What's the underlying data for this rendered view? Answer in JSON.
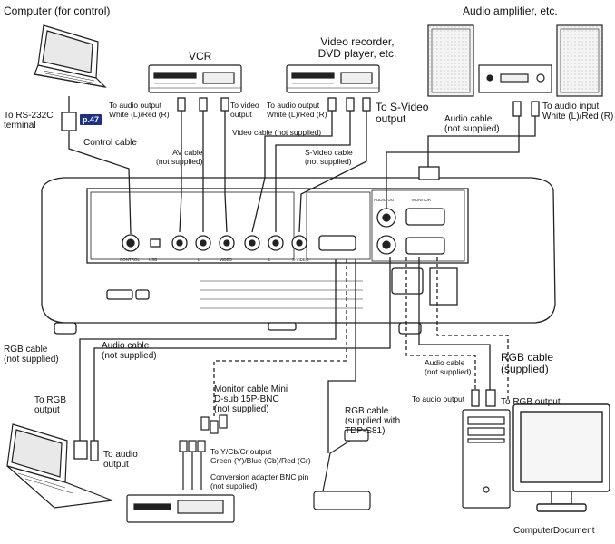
{
  "devices": {
    "computer_control": "Computer (for control)",
    "vcr": "VCR",
    "video_recorder": "Video recorder,\nDVD player, etc.",
    "audio_amplifier": "Audio amplifier, etc.",
    "computer_document": "ComputerDocument"
  },
  "badge": "p.47",
  "labels": {
    "rs232c": "To RS-232C\nterminal",
    "control_cable": "Control cable",
    "vcr_audio_out": "To audio output\nWhite (L)/Red (R)",
    "vcr_video_out": "To video\noutput",
    "vr_audio_out": "To audio output\nWhite (L)/Red (R)",
    "vr_svideo_out": "To S-Video\noutput",
    "av_cable": "AV cable\n(not supplied)",
    "video_cable": "Video cable (not supplied)",
    "svideo_cable": "S-Video cable\n(not supplied)",
    "audio_cable_top": "Audio cable\n(not supplied)",
    "audio_input": "To audio input\nWhite (L)/Red (R)",
    "rgb_cable_left": "RGB cable\n(not supplied)",
    "audio_cable_left": "Audio cable\n(not supplied)",
    "to_rgb_output_left": "To RGB\noutput",
    "to_audio_output_left": "To audio\noutput",
    "monitor_cable": "Monitor cable Mini\nD-sub 15P-BNC\n(not supplied)",
    "ycbcr_output": "To Y/Cb/Cr output\nGreen (Y)/Blue (Cb)/Red (Cr)",
    "conversion_adapter": "Conversion adapter BNC pin\n(not supplied)",
    "rgb_cable_tdp": "RGB cable\n(supplied with\nTDP-S81)",
    "audio_cable_right": "Audio cable\n(not supplied)",
    "rgb_cable_supplied": "RGB cable\n(supplied)",
    "to_audio_output_right": "To audio output",
    "to_rgb_output_right": "To RGB output"
  },
  "panel": {
    "control": "CONTROL",
    "usb": "USB",
    "l": "L",
    "video": "VIDEO",
    "s_video": "S-VIDEO",
    "audio_out": "AUDIO OUT",
    "monitor": "MONITOR"
  }
}
